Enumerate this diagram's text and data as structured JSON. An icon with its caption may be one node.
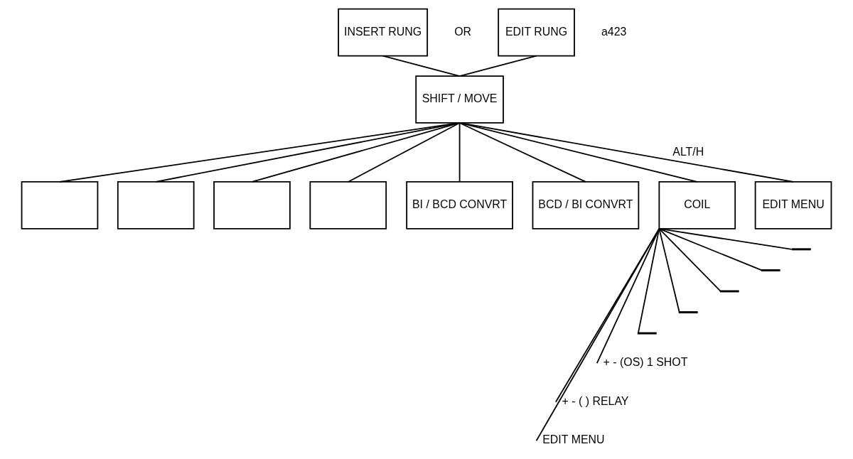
{
  "diagram": {
    "nodes": [
      {
        "text": [
          "INSERT RUNG"
        ]
      },
      {
        "text": [
          "EDIT RUNG"
        ]
      },
      {
        "text": [
          "SHIFT / MOVE"
        ]
      },
      {
        "text": [],
        "shape": "box"
      },
      {
        "text": [],
        "shape": "box"
      },
      {
        "text": [],
        "shape": "box"
      },
      {
        "text": [],
        "shape": "box"
      },
      {
        "text": [
          "BI / BCD CONVRT"
        ]
      },
      {
        "text": [
          "BCD / BI CONVRT"
        ]
      },
      {
        "text": [
          "COIL"
        ]
      },
      {
        "text": [
          "EDIT MENU"
        ]
      },
      {
        "text": [],
        "shape": "bar"
      },
      {
        "text": [],
        "shape": "bar"
      },
      {
        "text": [],
        "shape": "bar"
      },
      {
        "text": [],
        "shape": "bar"
      },
      {
        "text": [],
        "shape": "bar"
      },
      {
        "text": [
          "+ - (OS) 1 SHOT"
        ]
      },
      {
        "text": [
          "+ - ( ) RELAY"
        ]
      },
      {
        "text": [
          "EDIT MENU"
        ]
      }
    ],
    "edges": [
      {
        "from": 0,
        "to": 2,
        "arrow": "none"
      },
      {
        "from": 1,
        "to": 2,
        "arrow": "none"
      },
      {
        "from": 2,
        "to": 3,
        "arrow": "none"
      },
      {
        "from": 2,
        "to": 4,
        "arrow": "none"
      },
      {
        "from": 2,
        "to": 5,
        "arrow": "none"
      },
      {
        "from": 2,
        "to": 6,
        "arrow": "none"
      },
      {
        "from": 2,
        "to": 7,
        "arrow": "none"
      },
      {
        "from": 2,
        "to": 8,
        "arrow": "none"
      },
      {
        "from": 2,
        "to": 9,
        "arrow": "none"
      },
      {
        "from": 2,
        "to": 10,
        "arrow": "none"
      },
      {
        "from": 9,
        "to": 11,
        "arrow": "none"
      },
      {
        "from": 9,
        "to": 12,
        "arrow": "none"
      },
      {
        "from": 9,
        "to": 13,
        "arrow": "none"
      },
      {
        "from": 9,
        "to": 14,
        "arrow": "none"
      },
      {
        "from": 9,
        "to": 15,
        "arrow": "none"
      },
      {
        "from": 9,
        "to": 16,
        "arrow": "none"
      },
      {
        "from": 9,
        "to": 17,
        "arrow": "none"
      },
      {
        "from": 9,
        "to": 18,
        "arrow": "none"
      }
    ],
    "labels": [
      "a423",
      "OR",
      "ALT/H"
    ]
  }
}
